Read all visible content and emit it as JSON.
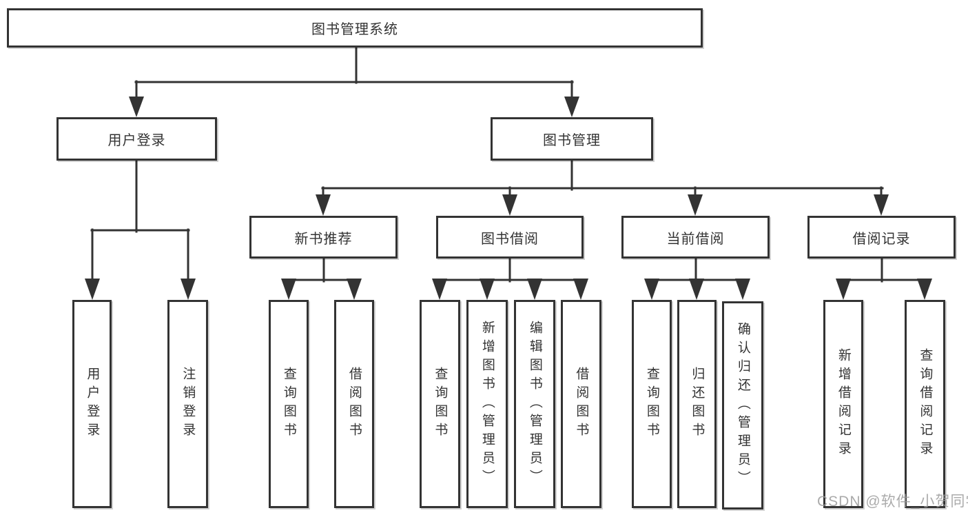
{
  "diagram": {
    "root": "图书管理系统",
    "level2": [
      "用户登录",
      "图书管理"
    ],
    "level3": [
      "新书推荐",
      "图书借阅",
      "当前借阅",
      "借阅记录"
    ],
    "leaves_user": [
      "用户登录",
      "注销登录"
    ],
    "leaves_newbook": [
      "查询图书",
      "借阅图书"
    ],
    "leaves_borrow": [
      "查询图书",
      "新增图书（管理员）",
      "编辑图书（管理员）",
      "借阅图书"
    ],
    "leaves_current": [
      "查询图书",
      "归还图书",
      "确认归还（管理员）"
    ],
    "leaves_record": [
      "新增借阅记录",
      "查询借阅记录"
    ]
  },
  "watermark": {
    "text": "CSDN @软件_小贺同学"
  },
  "colors": {
    "line": "#333333",
    "background": "#ffffff",
    "watermark_text": "#9c9c9c"
  }
}
